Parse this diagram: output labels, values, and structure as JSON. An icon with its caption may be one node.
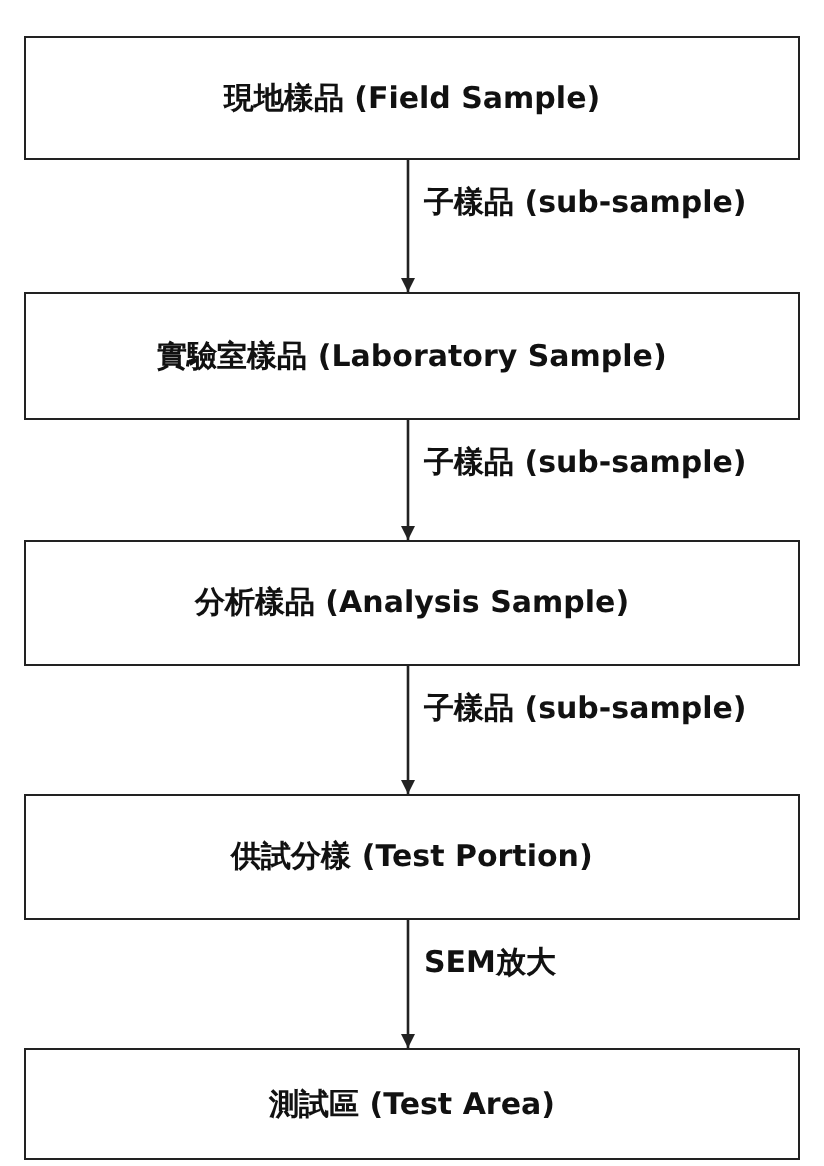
{
  "diagram": {
    "nodes": [
      {
        "text": [
          "現地樣品 (Field Sample)"
        ]
      },
      {
        "text": [
          "實驗室樣品 (Laboratory Sample)"
        ]
      },
      {
        "text": [
          "分析樣品 (Analysis Sample)"
        ]
      },
      {
        "text": [
          "供試分樣 (Test Portion)"
        ]
      },
      {
        "text": [
          "測試區 (Test Area)"
        ]
      }
    ],
    "edges": [
      {
        "from": 0,
        "to": 1,
        "arrow": "to",
        "label": "子樣品 (sub-sample)"
      },
      {
        "from": 1,
        "to": 2,
        "arrow": "to",
        "label": "子樣品 (sub-sample)"
      },
      {
        "from": 2,
        "to": 3,
        "arrow": "to",
        "label": "子樣品 (sub-sample)"
      },
      {
        "from": 3,
        "to": 4,
        "arrow": "to",
        "label": "SEM放大"
      }
    ]
  }
}
